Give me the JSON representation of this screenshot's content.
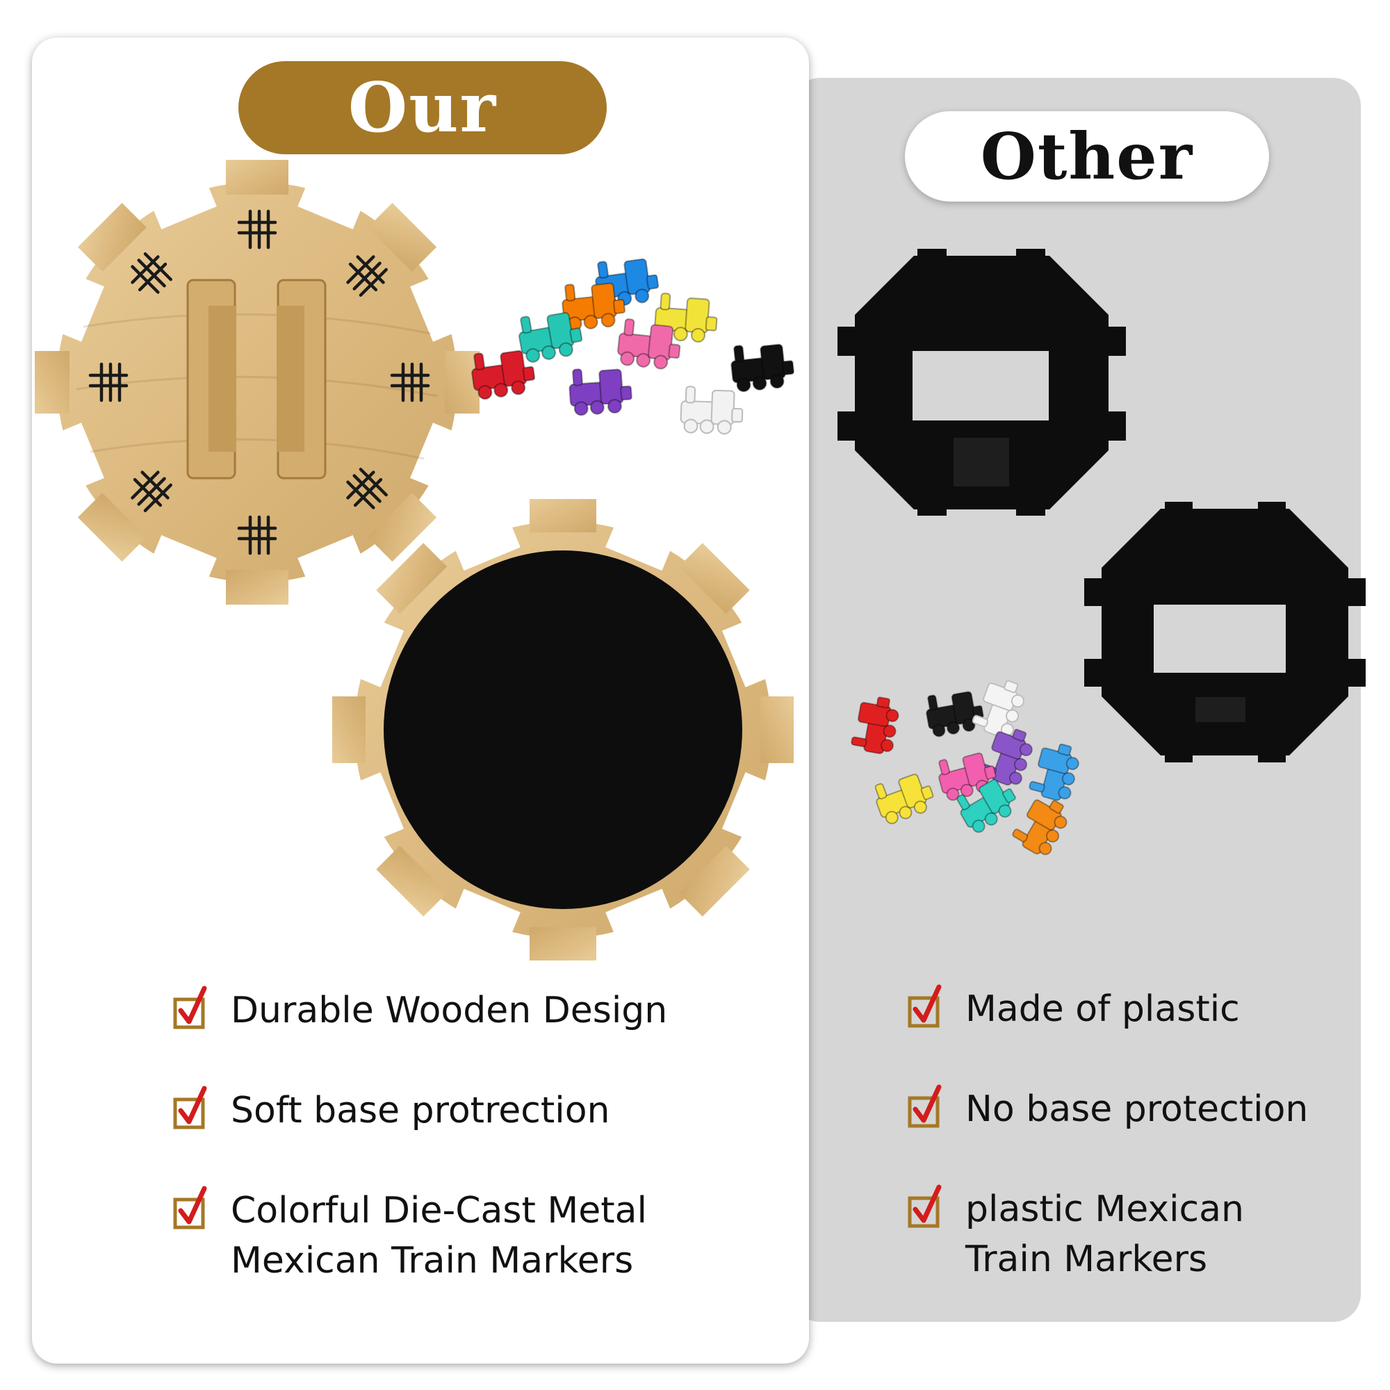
{
  "header": {
    "our_label": "Our",
    "other_label": "Other"
  },
  "our_features": [
    {
      "lines": [
        "Durable Wooden Design",
        ""
      ]
    },
    {
      "lines": [
        "Soft base protrection",
        ""
      ]
    },
    {
      "lines": [
        "Colorful Die-Cast Metal",
        "Mexican Train Markers"
      ]
    }
  ],
  "other_features": [
    {
      "lines": [
        "Made of plastic",
        ""
      ]
    },
    {
      "lines": [
        "No base protection",
        ""
      ]
    },
    {
      "lines": [
        "plastic Mexican",
        "Train Markers"
      ]
    }
  ],
  "colors": {
    "accent": "#a47827",
    "check_red": "#d31c1c",
    "wood": "#e0c08c",
    "panel_other": "#d6d6d6",
    "hub_black": "#0d0d0d"
  },
  "train_colors_metal": [
    "#1e88e5",
    "#f57c00",
    "#f2e33a",
    "#26c6b4",
    "#f06aaa",
    "#d91c2a",
    "#7e3fc2",
    "#f2f2f2",
    "#111111"
  ],
  "train_colors_plastic": [
    "#e02020",
    "#1a1a1a",
    "#f4f4f4",
    "#8a55c8",
    "#3aa0e8",
    "#f7e23a",
    "#f25fae",
    "#2ed0c0",
    "#f28a14"
  ]
}
